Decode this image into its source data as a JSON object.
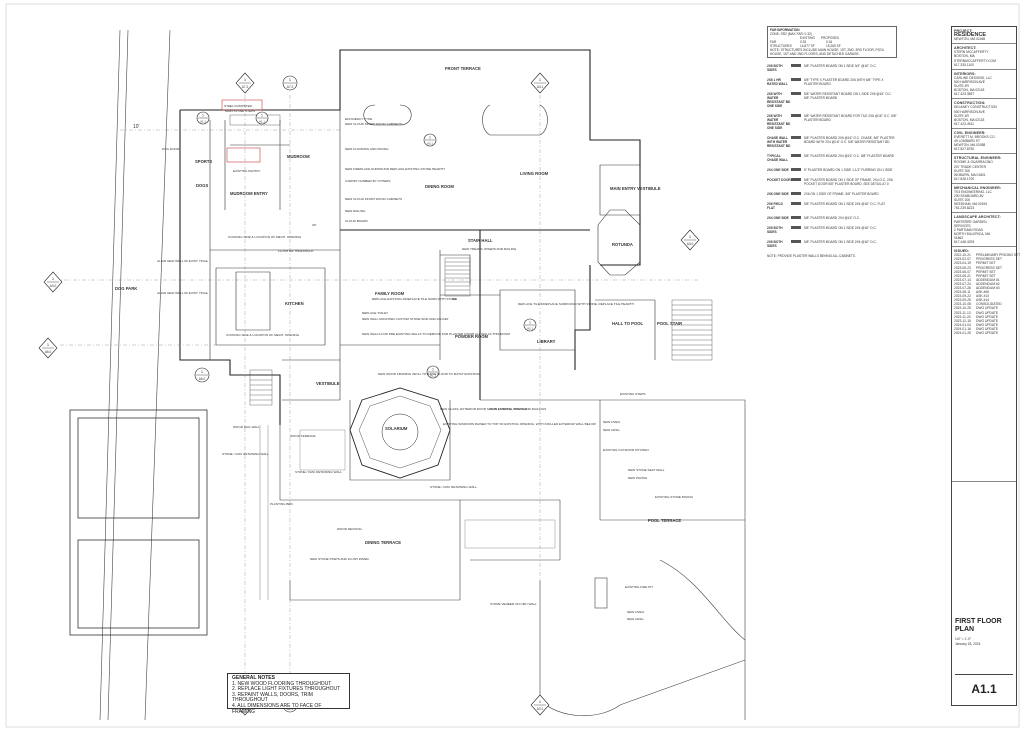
{
  "title_block": {
    "project_label": "PROJECT:",
    "project_name": "RESIDENCE",
    "project_location": "NEWTON, MA 02465",
    "architect": {
      "label": "ARCHITECT:",
      "lines": [
        "STERN MCCAFFERTY",
        "BOSTON, MA",
        "STERNMCCAFFERTY.COM",
        "617.335.1100"
      ]
    },
    "interiors": {
      "label": "INTERIORS:",
      "lines": [
        "CARLINE DESIGNS, LLC",
        "500 HARRISON AVE",
        "SUITE 4R",
        "BOSTON, MA 02118",
        "617.423.3557"
      ]
    },
    "construction": {
      "label": "CONSTRUCTION:",
      "lines": [
        "DELANEY CONSTRUCTION",
        "500 HARRISON AVE",
        "SUITE 4R",
        "BOSTON, MA 02118",
        "617.423.4911"
      ]
    },
    "civil": {
      "label": "CIVIL ENGINEER:",
      "lines": [
        "EVERETT M. BROOKS CO.",
        "49 LOMBARD ST",
        "NEWTON, MA 02458",
        "617.527.8750"
      ]
    },
    "structural": {
      "label": "STRUCTURAL ENGINEER:",
      "lines": [
        "ROOME & GUARRACINO",
        "207 TRADE CENTER",
        "SUITE 300",
        "WOBURN, MA 01801",
        "617.628.1700"
      ]
    },
    "mechanical": {
      "label": "MECHANICAL ENGINEER:",
      "lines": [
        "TK3 ENGINEERING, LLC",
        "200 SEABOARD AV",
        "SUITE 200",
        "NEEDHAM, MA 02494",
        "781.239.8223"
      ]
    },
    "landscape": {
      "label": "LANDSCAPE ARCHITECT:",
      "lines": [
        "PARTERRE GARDEN",
        "SERVICES",
        "2 PARTMAN ROAD",
        "NORTH BILLERICA, MA",
        "01862",
        "617.448.4293"
      ]
    },
    "issued_label": "ISSUED:",
    "issues": [
      {
        "date": "2022-10-21",
        "desc": "PRELIMINARY PRICING SET"
      },
      {
        "date": "2023-02-07",
        "desc": "PROGRESS SET"
      },
      {
        "date": "2023-04-19",
        "desc": "PERMIT SET"
      },
      {
        "date": "2023-05-23",
        "desc": "PROGRESS SET"
      },
      {
        "date": "2023-06-07",
        "desc": "PERMIT SET"
      },
      {
        "date": "2023-06-21",
        "desc": "PERMIT SET"
      },
      {
        "date": "2023-07-14",
        "desc": "ADDENDUM #1"
      },
      {
        "date": "2023-07-24",
        "desc": "ADDENDUM #2"
      },
      {
        "date": "2023-07-26",
        "desc": "ADDENDUM #3"
      },
      {
        "date": "2023-08-11",
        "desc": "ASK #06"
      },
      {
        "date": "2023-09-22",
        "desc": "ASK #13"
      },
      {
        "date": "2023-09-25",
        "desc": "ASK #14"
      },
      {
        "date": "2023-10-08",
        "desc": "CONSOLIDATED"
      },
      {
        "date": "2023-10-25",
        "desc": "DWG UPDATE"
      },
      {
        "date": "2023-11-13",
        "desc": "DWG UPDATE"
      },
      {
        "date": "2023-11-20",
        "desc": "DWG UPDATE"
      },
      {
        "date": "2023-12-15",
        "desc": "DWG UPDATE"
      },
      {
        "date": "2024-01-04",
        "desc": "DWG UPDATE"
      },
      {
        "date": "2024-01-16",
        "desc": "DWG UPDATE"
      },
      {
        "date": "2024-01-26",
        "desc": "DWG UPDATE"
      }
    ],
    "sheet_title": "FIRST FLOOR PLAN",
    "scale": "1/4\" = 1'-0\"",
    "date": "January 18, 2024",
    "sheet_number": "A1.1"
  },
  "legend": {
    "zoning": {
      "title": "FAR INFORMATION",
      "zone": "ZONE: SR2 (MAX FAR: 0.32)",
      "cols": [
        "EXISTING",
        "PROPOSED"
      ],
      "far_row": {
        "label": "FAR",
        "existing": "0.33",
        "proposed": "0.34"
      },
      "structures_row": {
        "label": "STRUCTURES",
        "existing": "14,877 SF",
        "proposed": "15,269 SF"
      },
      "note": "NOTE: STRUCTURES INCLUDE MAIN HOUSE, 1ST, 2ND, 3RD FLOOR, POOL HOUSE, 1ST AND 2ND FLOORS, AND DETACHED GARAGE."
    },
    "wall_types": [
      {
        "code": "2X6 BOTH SIDES",
        "desc": "5/8\" PLASTER BOARD ON 1 SIDE 3/4\" @16\" O.C."
      },
      {
        "code": "2X6 1 HR RATED WALL",
        "desc": "5/8\" TYPE X PLASTER BOARD 2X6 WITH 5/8\" TYPE X PLASTER BOARD"
      },
      {
        "code": "2X6 WITH WATER RESISTANT BD ONE SIDE",
        "desc": "5/8\" WATER RESISTANT BOARD ON 1 SIDE 2X6 @16\" O.C. 5/8\" PLASTER BOARD"
      },
      {
        "code": "2X6 WITH WATER RESISTANT BD ONE SIDE",
        "desc": "5/8\" WATER RESISTANT BOARD FOR TILE 2X6 @16\" O.C. 5/8\" PLASTER BOARD"
      },
      {
        "code": "CHASE WALL WITH WATER RESISTANT BD",
        "desc": "5/8\" PLASTER BOARD 2X6 @16\" O.C. CHASE. 5/8\" PLASTER BOARD WITH 2X4 @16\" O.C. 5/8\" WATER RESISTANT BD"
      },
      {
        "code": "TYPICAL CHASE WALL",
        "desc": "5/8\" PLASTER BOARD 2X4 @16\" O.C. 5/8\" PLASTER BOARD"
      },
      {
        "code": "2X4 ONE SIDE",
        "desc": "5\" PLASTER BOARD ON 1 SIDE 1-1/2\" FURRING ON 1 SIDE"
      },
      {
        "code": "POCKET DOOR",
        "desc": "5/8\" PLASTER BOARD ON 1 SIDE OF FRAME, 2X4 O.C. 2X6 POCKET DOOR 5/8\" PLASTER BOARD, SEE DETAIL A7.0"
      },
      {
        "code": "2X6 ONE SIDE",
        "desc": "2X6 ON 1 SIDE OF FRAME, 5/8\" PLASTER BOARD"
      },
      {
        "code": "2X6 FIELD FLAT",
        "desc": "5/8\" PLASTER BOARD ON 1 SIDE 2X6 @16\" O.C. FLAT"
      },
      {
        "code": "2X4 ONE SIDE",
        "desc": "5/8\" PLASTER BOARD 2X4 @16\" O.C."
      },
      {
        "code": "2X6 BOTH SIDES",
        "desc": "5/8\" PLASTER BOARD ON 1 SIDE 2X6 @16\" O.C."
      },
      {
        "code": "2X6 BOTH SIDES",
        "desc": "5/8\" PLASTER BOARD ON 1 SIDE 2X6 @16\" O.C."
      }
    ],
    "footnote": "NOTE: PROVIDE PLASTER WALLS BEHIND ALL CABINETS."
  },
  "general_notes": {
    "title": "GENERAL NOTES",
    "items": [
      "1.    NEW WOOD FLOORING THROUGHOUT",
      "2.    REPLACE LIGHT FIXTURES THROUGHOUT",
      "3.    REPAINT WALLS, DOORS, TRIM THROUGHOUT",
      "4.    ALL DIMENSIONS ARE TO FACE OF FRAMING"
    ]
  },
  "plan_labels": {
    "front_terrace": "FRONT TERRACE",
    "living_room": "LIVING ROOM",
    "main_entry": "MAIN ENTRY VESTIBULE",
    "rotunda": "ROTUNDA",
    "dining_room": "DINING ROOM",
    "family_room": "FAMILY ROOM",
    "kitchen": "KITCHEN",
    "mudroom_entry": "MUDROOM ENTRY",
    "mudroom": "MUDROOM",
    "library": "LIBRARY",
    "powder_room": "POWDER ROOM",
    "solarium": "SOLARIUM",
    "vestibule": "VESTIBULE",
    "hall_to_pool": "HALL TO POOL",
    "pool_stair": "POOL STAIR",
    "pool_terrace": "POOL TERRACE",
    "dining_terrace": "DINING TERRACE",
    "dog_park": "DOG PARK",
    "sports": "SPORTS",
    "dogs": "DOGS",
    "stair_hall": "STAIR HALL",
    "wood_decking": "WOOD DECKING",
    "wood_terrace": "WOOD TERRACE",
    "planting_bed": "PLANTING BED",
    "dog_door": "DOG DOOR",
    "existing_steps": "EXISTING STEPS",
    "new_oven": "NEW OVEN",
    "new_grill": "NEW GRILL",
    "existing_outdoor_kitchen": "EXISTING OUTDOOR KITCHEN",
    "new_stone_seat_wall": "NEW STONE SEAT WALL",
    "new_paving": "NEW PAVING",
    "existing_stone_paving": "EXISTING STONE PAVING",
    "stone_cmu_retaining": "STONE / CMU RETAINING WALL",
    "stone_cmu_retaining_2": "STONE / CMU RETAINING WALL",
    "new_stone_steps": "NEW STONE STEPS AND FLUSH PAVER",
    "stone_veneer": "STONE VENEER ON CMU WALL",
    "existing_fire_pit": "EXISTING FIRE PIT",
    "wood_rail_wall": "WOOD RAIL WALL",
    "new_wood_framing": "NEW WOOD FRAMING INFILL TO RAISE FLOOR TO MATCH EXISTING",
    "new_glass": "NEW GLASS, EXTERIOR DOOR SET IN EXISTING OPENING",
    "existing_windows": "EXISTING WINDOWS RAISED TO TOP OF EXISTING OPENING, WITH INFILLED EXTERIOR WALL BELOW",
    "new_landing": "NEW LANDING, STEPS AND RAILINGS",
    "new_treads": "NEW TREADS, RISERS AND RAILING",
    "replace_tile": "REPLACE TILE FIREPLACE SURROUND WITH STONE, REPLACE TILE HEARTH",
    "replace_existing_fp": "REPLACE EXISTING FIREPLACE TILE SURR WITH STONE",
    "replace_toilet": "REPLACE TOILET",
    "new_wall_mounted": "NEW WALL MOUNTED CUSTOM STONE SINK AND FAUCET",
    "new_walls": "NEW WALLS FOR PRE EXISTING WALLS TO REMOVE FOR PLASTER FINISH ALL WALLS THIS ROOM",
    "new_cloud_finish": "NEW CLOUD FINISH WOOD CABINETS",
    "new_flooring": "NEW FLOORING AND PAVING",
    "new_fireplace": "NEW FIREPLACE SURROUND REPLACE EXISTING STONE HEARTH",
    "carpet_by_others": "CARPET NUMBER BY OTHERS",
    "new_cloud_finish_2": "NEW CLOUD FINISH WOOD CABINETS",
    "new_railing": "NEW RAILING",
    "cloud_board": "CLOUD BOARD",
    "cooking_side": "COOKING SIDE & LOCATION OF MECH. OPENING",
    "cooking_side_2": "COOKING SIDE & LOCATION OF MECH. OPENING",
    "flush_threshold": "FLUSH DR THRESHOLD",
    "align_wall": "ALIGN NEW WALL W/ EXIST. HOLE",
    "align_wall_2": "ALIGN NEW WALL W/ EXIST. HOLE",
    "efficiency": "EFFICIENCY TYPE",
    "existing_pantry": "EXISTING PANTRY",
    "main_stone_steps": "MAIN STONE STEPS",
    "steel_dumpster": "STEEL DUMPSTER",
    "dim_10": "10'",
    "up": "UP",
    "dn": "DN"
  },
  "section_marks": [
    {
      "num": "1",
      "sheet": "A7.2"
    },
    {
      "num": "1",
      "sheet": "A7.2"
    },
    {
      "num": "1",
      "sheet": "A3.0"
    },
    {
      "num": "1",
      "sheet": "A3.0"
    },
    {
      "num": "1",
      "sheet": "A6.0"
    },
    {
      "num": "1",
      "sheet": "A6.0"
    },
    {
      "num": "1",
      "sheet": "A1.1"
    },
    {
      "num": "1",
      "sheet": "A1.1"
    },
    {
      "num": "1",
      "sheet": "A3.1"
    },
    {
      "num": "1",
      "sheet": "A3.1"
    },
    {
      "num": "1",
      "sheet": "A1.1"
    },
    {
      "num": "1",
      "sheet": "A1.1"
    },
    {
      "num": "1",
      "sheet": "A1.1"
    },
    {
      "num": "1",
      "sheet": "A3.1"
    },
    {
      "num": "1",
      "sheet": "A3.1"
    }
  ]
}
